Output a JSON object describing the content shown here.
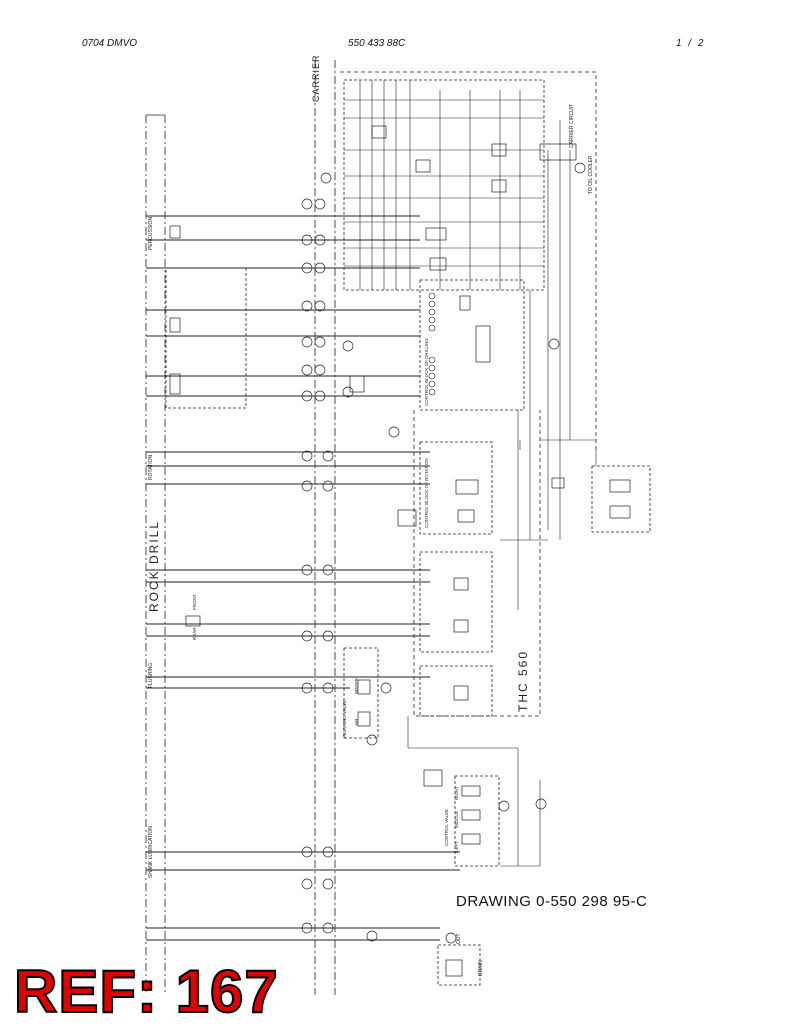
{
  "header": {
    "left": "0704 DMVO",
    "center": "550 433 88C",
    "right": "1 / 2"
  },
  "labels": {
    "carrier": "CARRIER",
    "rock_drill": "ROCK DRILL",
    "thc": "THC 560",
    "carrier_circuit": "CARRIER CIRCUIT",
    "to_oil_cooler": "TO OIL COOLER",
    "percussion": "PERCUSSION",
    "rotation": "ROTATION",
    "flushing": "FLUSHING",
    "shank_lubrication": "SHANK LUBRICATION",
    "control_block_drilling": "CONTROL BLOCK OF DRILLING",
    "control_block_rotation": "CONTROL BLOCK OF ROTATION",
    "control_valve": "CONTROL VALVE",
    "flushing_valve": "FLUSHING VALVE",
    "water": "WATER",
    "air": "AIR",
    "out": "OUT",
    "drain": "DRAIN",
    "front": "FRONT",
    "rear": "REAR",
    "left": "LEFT",
    "middle": "MIDDLE",
    "right": "RIGHT"
  },
  "drawing_number": "DRAWING  0-550 298 95-C",
  "ref_label": "REF: 167"
}
